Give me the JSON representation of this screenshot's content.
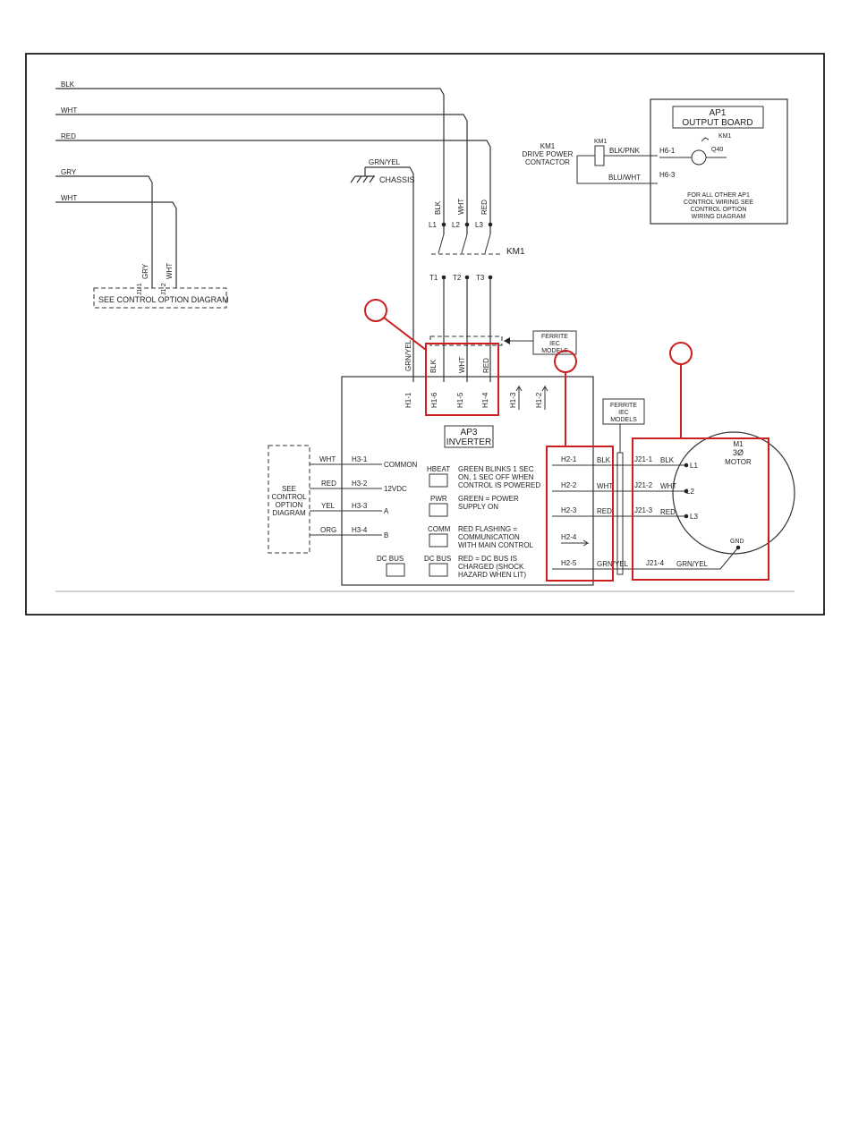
{
  "wire_colors": {
    "blk": "BLK",
    "wht": "WHT",
    "red": "RED",
    "gry": "GRY",
    "grn_yel": "GRN/YEL",
    "blk_pnk": "BLK/PNK",
    "blu_wht": "BLU/WHT",
    "yel": "YEL",
    "org": "ORG"
  },
  "chassis": "CHASSIS",
  "control_option": {
    "label": "SEE CONTROL OPTION DIAGRAM",
    "j1": "J1-1",
    "j2": "J1-2"
  },
  "ap1": {
    "title1": "AP1",
    "title2": "OUTPUT BOARD",
    "h6_1": "H6-1",
    "h6_3": "H6-3",
    "q40": "Q40",
    "km1": "KM1",
    "note1": "FOR ALL OTHER AP1",
    "note2": "CONTROL WIRING SEE",
    "note3": "CONTROL OPTION",
    "note4": "WIRING DIAGRAM"
  },
  "km1": {
    "label": "KM1",
    "desc1": "KM1",
    "desc2": "DRIVE POWER",
    "desc3": "CONTACTOR",
    "l1": "L1",
    "l2": "L2",
    "l3": "L3",
    "t1": "T1",
    "t2": "T2",
    "t3": "T3"
  },
  "ferrite": {
    "line1": "FERRITE",
    "line2": "IEC",
    "line3": "MODELS"
  },
  "ap3": {
    "title1": "AP3",
    "title2": "INVERTER",
    "h1_1": "H1-1",
    "h1_6": "H1-6",
    "h1_5": "H1-5",
    "h1_4": "H1-4",
    "h1_3": "H1-3",
    "h1_2": "H1-2",
    "h3_1": "H3-1",
    "h3_2": "H3-2",
    "h3_3": "H3-3",
    "h3_4": "H3-4",
    "common": "COMMON",
    "v12": "12VDC",
    "a": "A",
    "b": "B",
    "see1": "SEE",
    "see2": "CONTROL",
    "see3": "OPTION",
    "see4": "DIAGRAM",
    "hbeat": "HBEAT",
    "hbeat_1": "GREEN BLINKS 1 SEC",
    "hbeat_2": "ON, 1 SEC OFF WHEN",
    "hbeat_3": "CONTROL IS POWERED",
    "pwr": "PWR",
    "pwr_1": "GREEN = POWER",
    "pwr_2": "SUPPLY ON",
    "comm": "COMM",
    "comm_1": "RED FLASHING =",
    "comm_2": "COMMUNICATION",
    "comm_3": "WITH MAIN CONTROL",
    "dcbus": "DC BUS",
    "dcbus2": "DC BUS",
    "dc_1": "RED = DC BUS IS",
    "dc_2": "CHARGED (SHOCK",
    "dc_3": "HAZARD WHEN LIT)"
  },
  "h2": {
    "h2_1": "H2-1",
    "h2_2": "H2-2",
    "h2_3": "H2-3",
    "h2_4": "H2-4",
    "h2_5": "H2-5"
  },
  "j21": {
    "j21_1": "J21-1",
    "j21_2": "J21-2",
    "j21_3": "J21-3",
    "j21_4": "J21-4"
  },
  "motor": {
    "name": "M1",
    "phase": "3Ø",
    "type": "MOTOR",
    "l1": "L1",
    "l2": "L2",
    "l3": "L3",
    "gnd": "GND"
  },
  "colors": {
    "highlight": "#cc1f1f",
    "line": "#333333"
  }
}
